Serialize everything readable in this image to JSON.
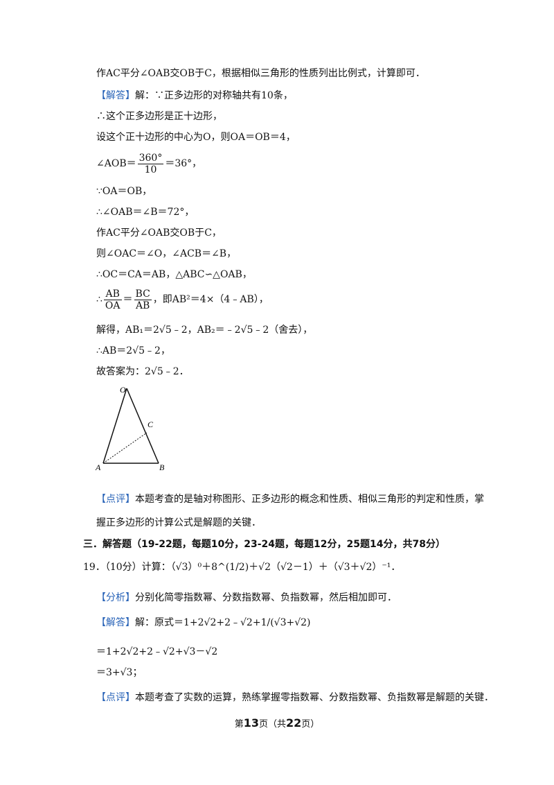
{
  "lines": {
    "l1": "作AC平分∠OAB交OB于C，根据相似三角形的性质列出比例式，计算即可．",
    "answer_tag": "【解答】",
    "l2": "解：∵正多边形的对称轴共有10条，",
    "l3": "∴这个正多边形是正十边形，",
    "l4": "设这个正十边形的中心为O，则OA＝OB＝4，",
    "l5_pre": "∠AOB＝",
    "l5_num": "360°",
    "l5_den": "10",
    "l5_post": "＝36°，",
    "l6": "∵OA＝OB，",
    "l7": "∴∠OAB＝∠B＝72°，",
    "l8": "作AC平分∠OAB交OB于C，",
    "l9": "则∠OAC＝∠O，∠ACB＝∠B，",
    "l10": "∴OC＝CA＝AB，△ABC∽△OAB，",
    "l11_pre": "∴",
    "l11_f1n": "AB",
    "l11_f1d": "OA",
    "l11_eq": "＝",
    "l11_f2n": "BC",
    "l11_f2d": "AB",
    "l11_post": "，即AB²＝4×（4﹣AB），",
    "l12": "解得，AB₁＝2√5﹣2，AB₂＝﹣2√5﹣2（舍去），",
    "l13": "∴AB＝2√5﹣2，",
    "l14": "故答案为：2√5﹣2．"
  },
  "figure": {
    "label_o": "O",
    "label_c": "C",
    "label_a": "A",
    "label_b": "B"
  },
  "comment1": {
    "tag": "【点评】",
    "text1": "本题考查的是轴对称图形、正多边形的概念和性质、相似三角形的判定和性质，掌",
    "text2": "握正多边形的计算公式是解题的关键．"
  },
  "section_title": "三．解答题（19-22题，每题10分，23-24题，每题12分，25题14分，共78分）",
  "q19": {
    "text": "19．（10分）计算：（√3）⁰＋8^(1/2)＋√2（√2－1）＋（√3＋√2）⁻¹．",
    "analysis_tag": "【分析】",
    "analysis": "分别化简零指数幂、分数指数幂、负指数幂，然后相加即可．",
    "answer_tag": "【解答】",
    "step1": "解：原式＝1+2√2+2﹣√2+1/(√3+√2)",
    "step2": "＝1+2√2+2﹣√2+√3－√2",
    "step3": "＝3+√3；",
    "comment_tag": "【点评】",
    "comment": "本题考查了实数的运算，熟练掌握零指数幂、分数指数幂、负指数幂是解题的关键．"
  },
  "footer": {
    "pre": "第",
    "page": "13",
    "mid": "页（共",
    "total": "22",
    "post": "页）"
  }
}
